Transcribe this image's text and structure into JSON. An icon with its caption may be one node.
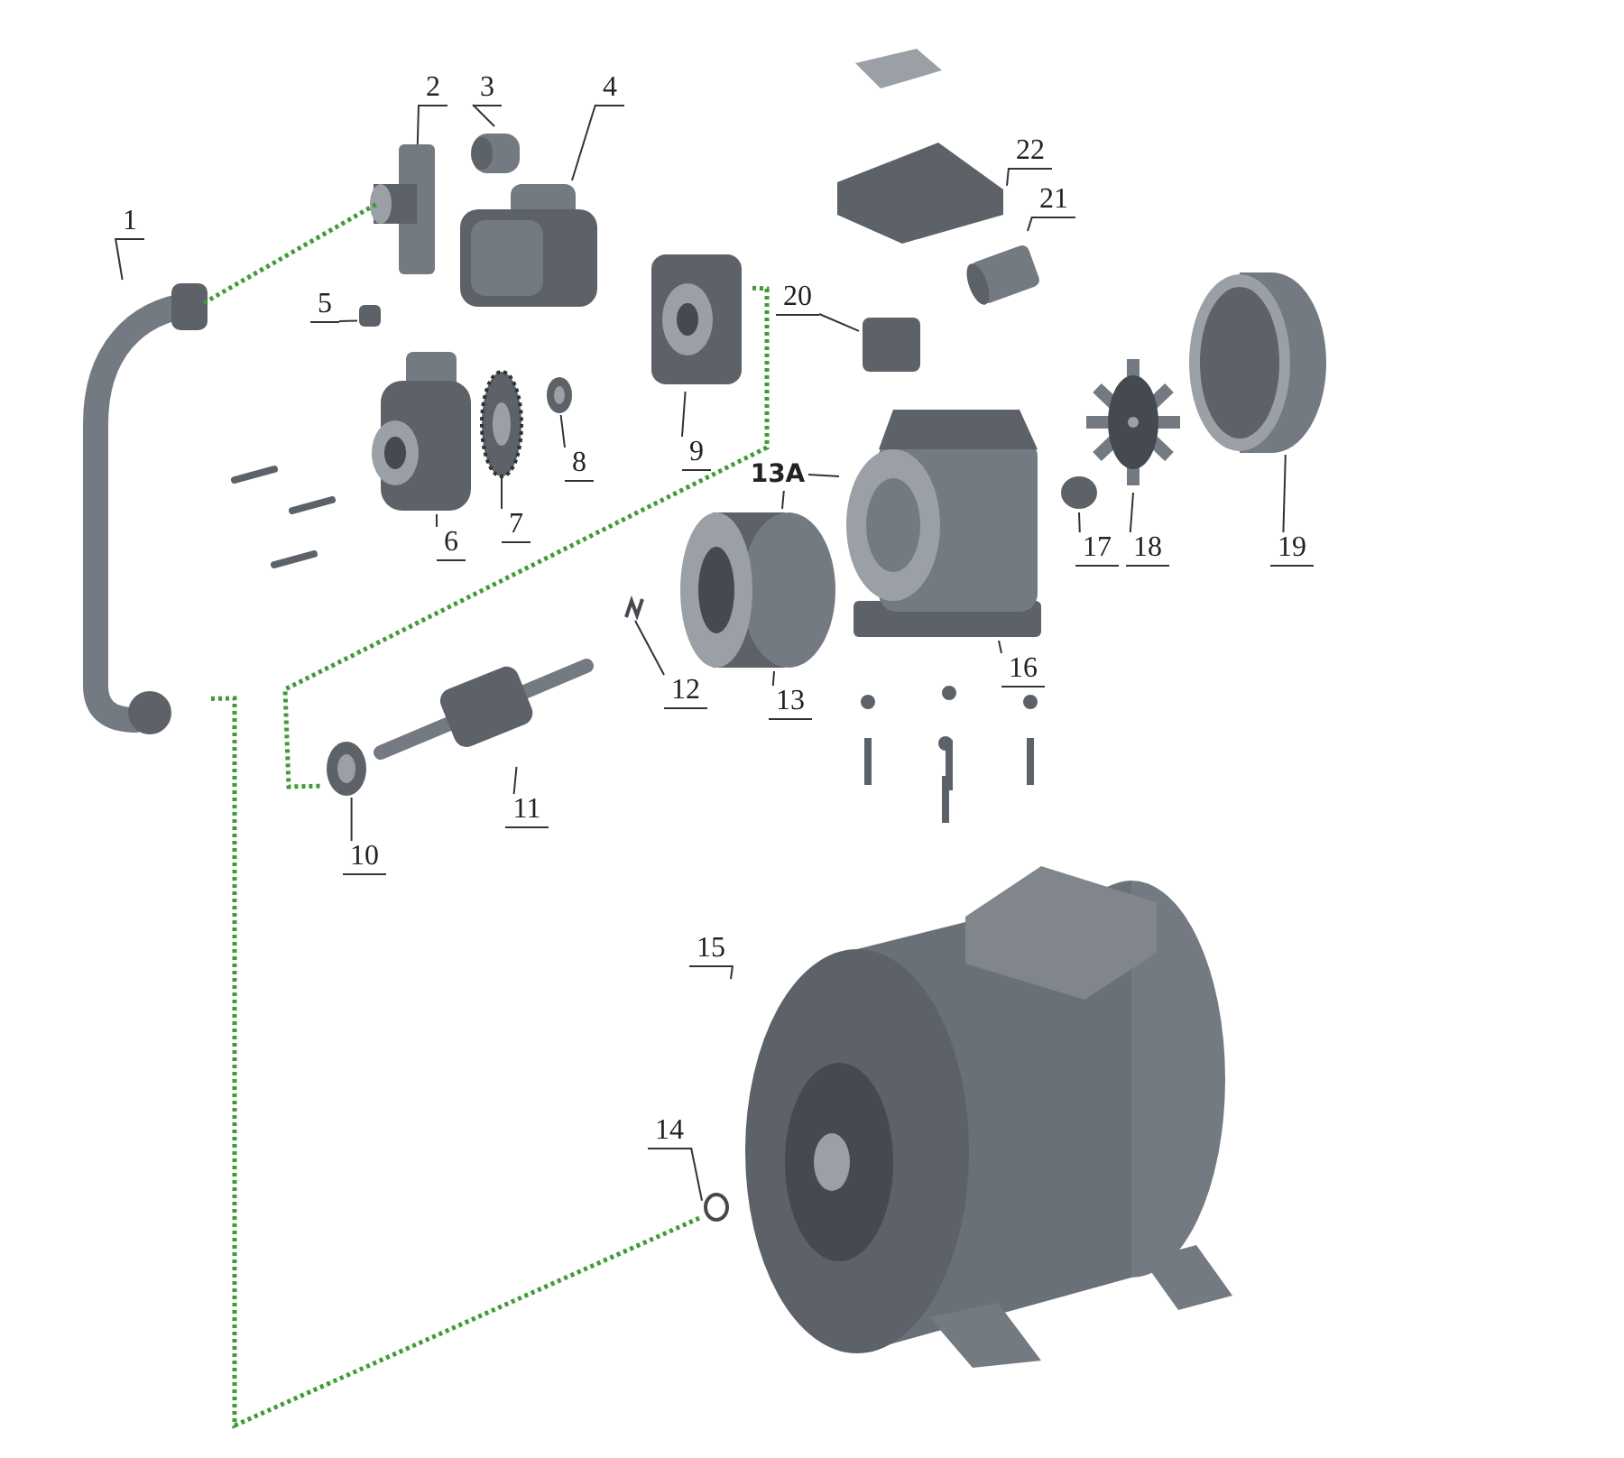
{
  "diagram": {
    "nodes": [
      {
        "text": [
          "1"
        ]
      },
      {
        "text": [],
        "shape": "picture"
      },
      {
        "text": [
          "2"
        ]
      },
      {
        "text": [],
        "shape": "cylinder"
      },
      {
        "text": [
          "3"
        ]
      },
      {
        "text": [],
        "shape": "picture"
      },
      {
        "text": [
          "4"
        ]
      },
      {
        "text": [],
        "shape": "picture"
      },
      {
        "text": [
          "5"
        ]
      },
      {
        "text": [],
        "shape": "box"
      },
      {
        "text": [
          "6"
        ]
      },
      {
        "text": [],
        "shape": "picture"
      },
      {
        "text": [
          "7"
        ]
      },
      {
        "text": [],
        "shape": "picture"
      },
      {
        "text": [
          "8"
        ]
      },
      {
        "text": [],
        "shape": "picture"
      },
      {
        "text": [
          "9"
        ]
      },
      {
        "text": [],
        "shape": "picture"
      },
      {
        "text": [
          "10"
        ]
      },
      {
        "text": [],
        "shape": "picture"
      },
      {
        "text": [
          "11"
        ]
      },
      {
        "text": [],
        "shape": "cylinder"
      },
      {
        "text": [
          "12"
        ]
      },
      {
        "text": [],
        "shape": "picture"
      },
      {
        "text": [
          "13"
        ]
      },
      {
        "text": [],
        "shape": "cylinder"
      },
      {
        "text": [
          "13A"
        ]
      },
      {
        "text": [
          "14"
        ]
      },
      {
        "text": [],
        "shape": "circle"
      },
      {
        "text": [
          "15"
        ]
      },
      {
        "text": [],
        "shape": "cylinder"
      },
      {
        "text": [
          "16"
        ]
      },
      {
        "text": [],
        "shape": "box"
      },
      {
        "text": [
          "17"
        ]
      },
      {
        "text": [],
        "shape": "circle"
      },
      {
        "text": [
          "18"
        ]
      },
      {
        "text": [],
        "shape": "picture"
      },
      {
        "text": [
          "19"
        ]
      },
      {
        "text": [],
        "shape": "picture"
      },
      {
        "text": [
          "20"
        ]
      },
      {
        "text": [],
        "shape": "box"
      },
      {
        "text": [
          "21"
        ]
      },
      {
        "text": [],
        "shape": "picture"
      },
      {
        "text": [
          "22"
        ]
      },
      {
        "text": [],
        "shape": "picture"
      }
    ],
    "edges": [
      {
        "from": 0,
        "to": 1,
        "arrow": "none"
      },
      {
        "from": 2,
        "to": 3,
        "arrow": "none"
      },
      {
        "from": 4,
        "to": 5,
        "arrow": "none"
      },
      {
        "from": 6,
        "to": 7,
        "arrow": "none"
      },
      {
        "from": 8,
        "to": 9,
        "arrow": "none"
      },
      {
        "from": 10,
        "to": 11,
        "arrow": "none"
      },
      {
        "from": 12,
        "to": 13,
        "arrow": "none"
      },
      {
        "from": 14,
        "to": 15,
        "arrow": "none"
      },
      {
        "from": 16,
        "to": 17,
        "arrow": "none"
      },
      {
        "from": 18,
        "to": 19,
        "arrow": "none"
      },
      {
        "from": 20,
        "to": 21,
        "arrow": "none"
      },
      {
        "from": 22,
        "to": 23,
        "arrow": "none"
      },
      {
        "from": 24,
        "to": 25,
        "arrow": "none"
      },
      {
        "from": 26,
        "to": 25,
        "arrow": "none"
      },
      {
        "from": 26,
        "to": 32,
        "arrow": "none"
      },
      {
        "from": 27,
        "to": 28,
        "arrow": "none"
      },
      {
        "from": 29,
        "to": 30,
        "arrow": "none"
      },
      {
        "from": 31,
        "to": 32,
        "arrow": "none"
      },
      {
        "from": 33,
        "to": 34,
        "arrow": "none"
      },
      {
        "from": 35,
        "to": 36,
        "arrow": "none"
      },
      {
        "from": 37,
        "to": 38,
        "arrow": "none"
      },
      {
        "from": 39,
        "to": 40,
        "arrow": "none"
      },
      {
        "from": 41,
        "to": 42,
        "arrow": "none"
      },
      {
        "from": 43,
        "to": 44,
        "arrow": "none"
      },
      {
        "from": 1,
        "to": 3,
        "arrow": "none",
        "style": "dashed",
        "color": "#3f9c35"
      },
      {
        "from": 1,
        "to": 28,
        "arrow": "none",
        "style": "dashed",
        "color": "#3f9c35"
      },
      {
        "from": 17,
        "to": 19,
        "arrow": "none",
        "style": "dashed",
        "color": "#3f9c35"
      }
    ]
  }
}
